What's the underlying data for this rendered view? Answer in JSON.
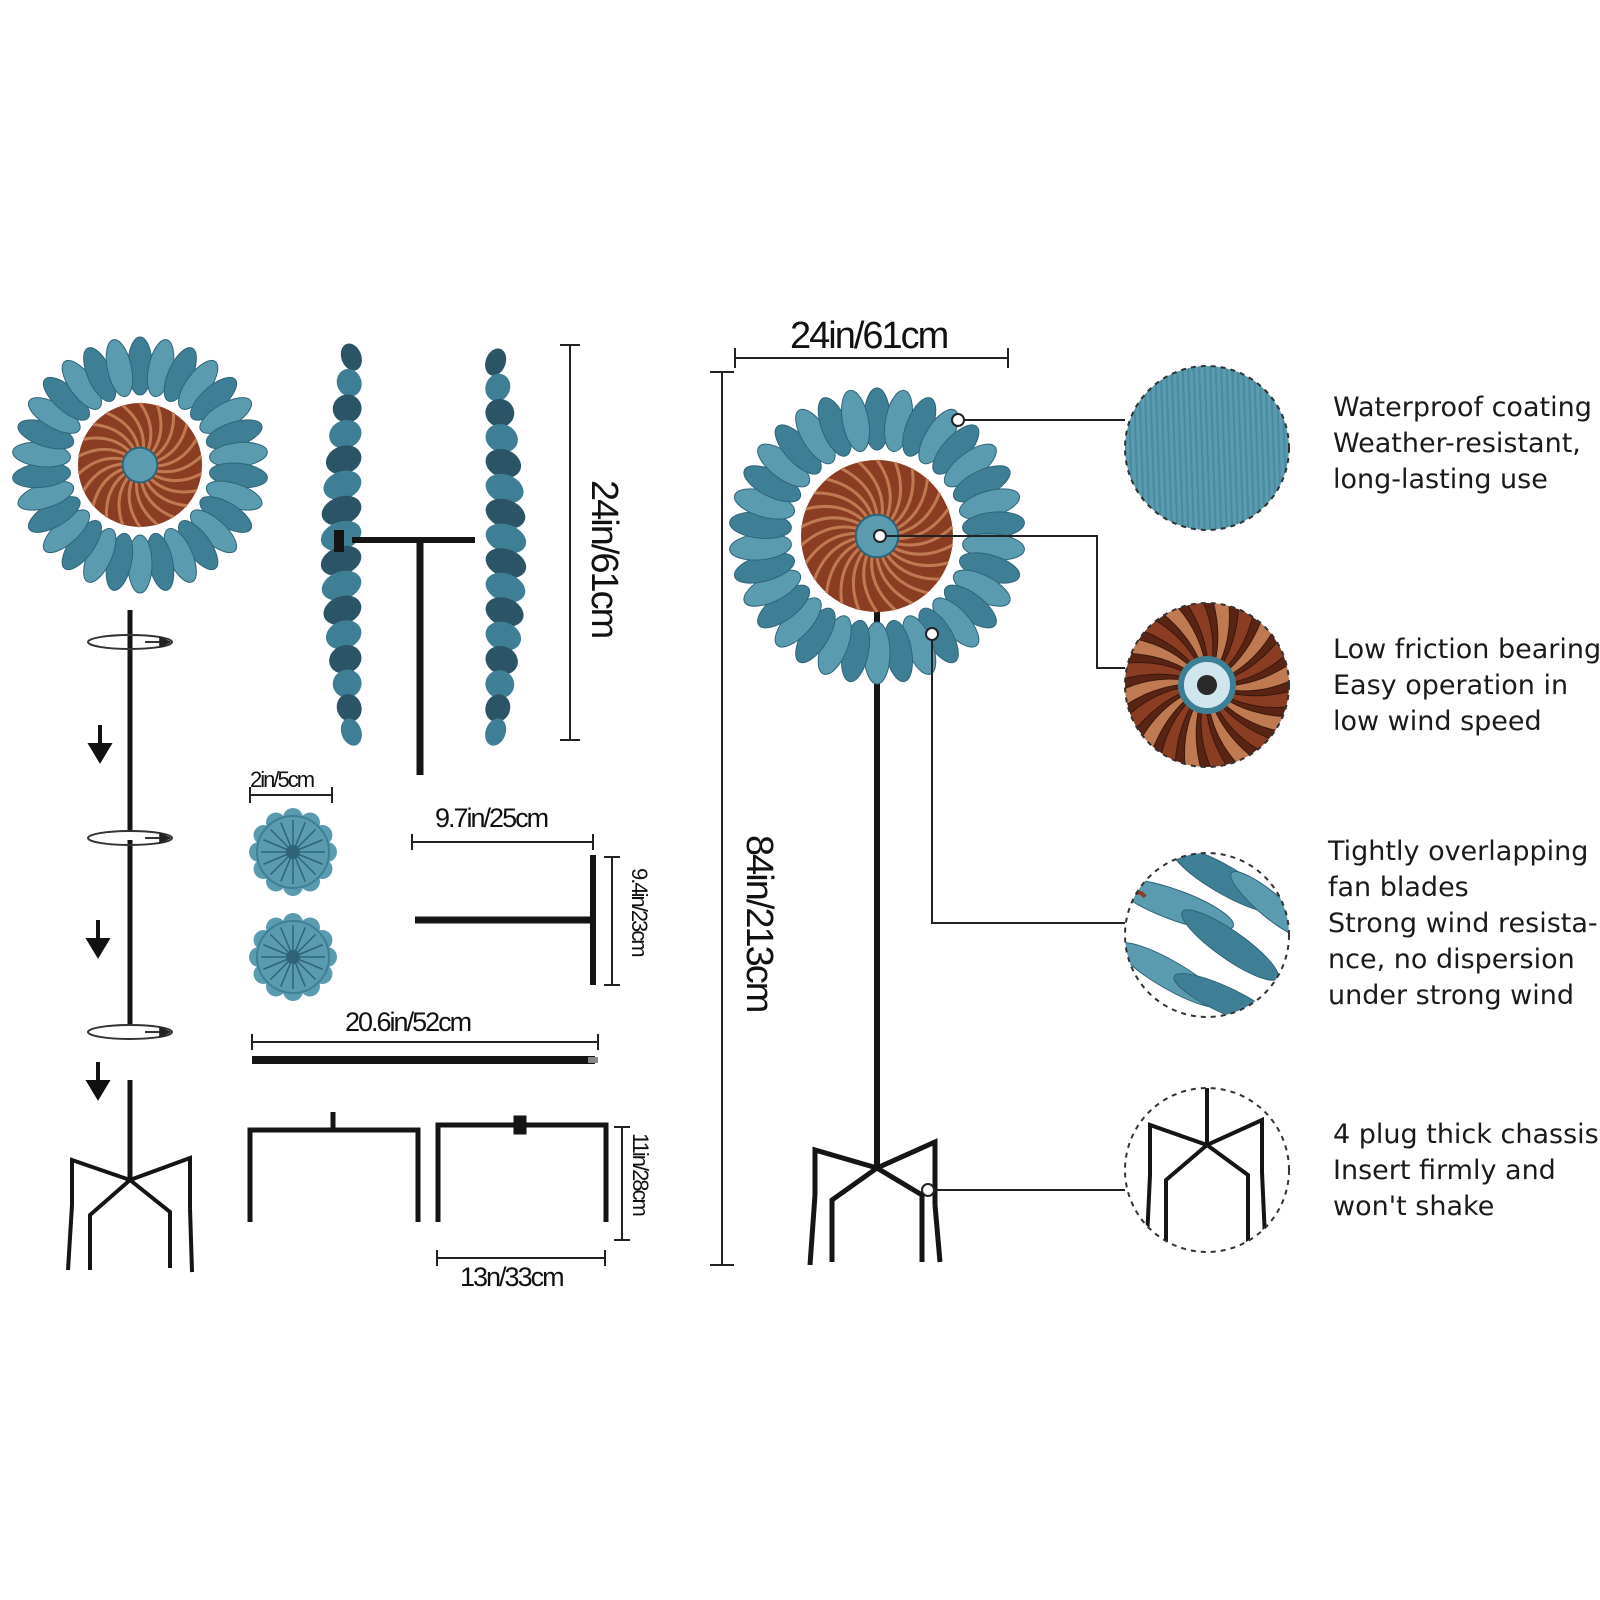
{
  "colors": {
    "blade": "#5b9bb0",
    "blade_dark": "#3f7f96",
    "copper": "#8a3d22",
    "copper_light": "#c07a52",
    "metal": "#151515"
  },
  "dimensions": {
    "top_width": "24in/61cm",
    "rotor_height": "24in/61cm",
    "total_height": "84in/213cm",
    "hub_diameter": "2in/5cm",
    "arm_length": "9.7in/25cm",
    "arm_height": "9.4in/23cm",
    "rod_length": "20.6in/52cm",
    "base_height": "11in/28cm",
    "base_width": "13n/33cm"
  },
  "features": [
    {
      "icon": "blade-texture-icon",
      "lines": [
        "Waterproof coating",
        "Weather-resistant,",
        "long-lasting use"
      ]
    },
    {
      "icon": "bearing-icon",
      "lines": [
        "Low friction bearing",
        "Easy operation in",
        "low wind speed"
      ]
    },
    {
      "icon": "fan-blades-icon",
      "lines": [
        "Tightly overlapping",
        "fan blades",
        "Strong wind resista-",
        "nce, no dispersion",
        "under strong wind"
      ]
    },
    {
      "icon": "chassis-icon",
      "lines": [
        "4 plug thick chassis",
        "Insert firmly and",
        "won't shake"
      ]
    }
  ]
}
